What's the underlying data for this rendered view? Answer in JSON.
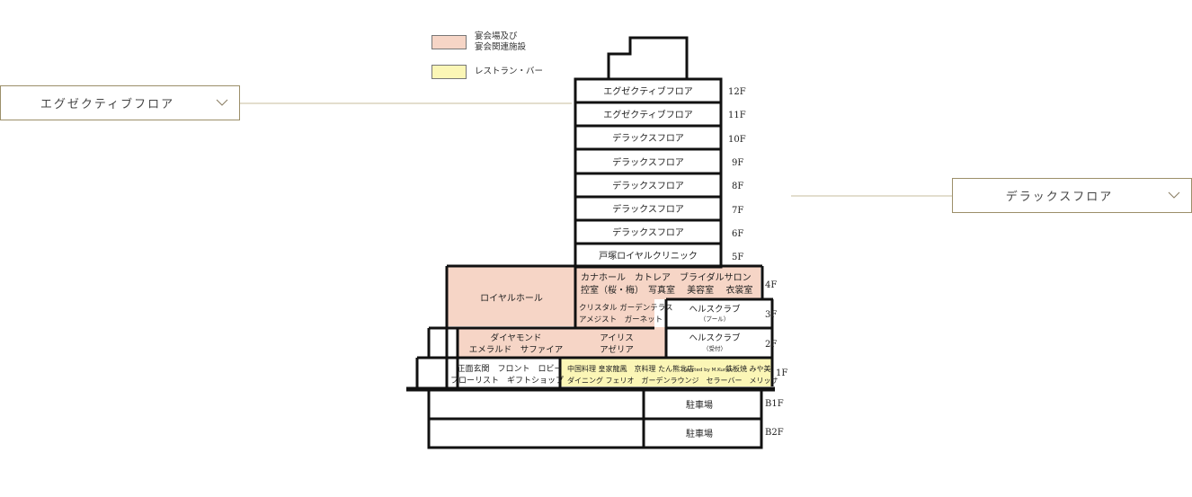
{
  "dropdowns": {
    "left": {
      "label": "エグゼクティブフロア"
    },
    "right": {
      "label": "デラックスフロア"
    }
  },
  "legend": [
    {
      "lines": [
        "宴会場及び",
        "宴会関連施設"
      ],
      "color": "#f6d5c6"
    },
    {
      "lines": [
        "レストラン・バー"
      ],
      "color": "#fbf6b6"
    }
  ],
  "floors": [
    {
      "label": "12F",
      "room": "エグゼクティブフロア"
    },
    {
      "label": "11F",
      "room": "エグゼクティブフロア"
    },
    {
      "label": "10F",
      "room": "デラックスフロア"
    },
    {
      "label": "9F",
      "room": "デラックスフロア"
    },
    {
      "label": "8F",
      "room": "デラックスフロア"
    },
    {
      "label": "7F",
      "room": "デラックスフロア"
    },
    {
      "label": "6F",
      "room": "デラックスフロア"
    },
    {
      "label": "5F",
      "room": "戸塚ロイヤルクリニック"
    },
    {
      "label": "4F"
    },
    {
      "label": "3F"
    },
    {
      "label": "2F"
    },
    {
      "label": "1F"
    },
    {
      "label": "B1F"
    },
    {
      "label": "B2F"
    }
  ],
  "areas": {
    "royal_hall": "ロイヤルホール",
    "f4_line1": "カナホール　カトレア　ブライダルサロン",
    "f4_line2": "控室（桜・梅）　写真室　 美容室　 衣裳室",
    "f3_crystal_line1": "クリスタル ガーデンテラス",
    "f3_crystal_line2": "アメジスト　ガーネット",
    "f3_health_line1": "ヘルスクラブ",
    "f3_health_line2": "（プール）",
    "f2_left_line1": "ダイヤモンド",
    "f2_left_line2": "エメラルド　サファイア",
    "f2_mid_line1": "アイリス",
    "f2_mid_line2": "アゼリア",
    "f2_health_line1": "ヘルスクラブ",
    "f2_health_line2": "（受付）",
    "f1_left_line1": "正面玄関　フロント　ロビー",
    "f1_left_line2": "フローリスト　ギフトショップ",
    "f1_rest_line1a": "中国料理 皇家龍鳳　京料理 たん熊北店",
    "f1_rest_line1b": "Directed by M.Kurisu",
    "f1_rest_line1c": "鉄板焼 みや美",
    "f1_rest_line2": "ダイニング フェリオ　ガーデンラウンジ　セラーバー　メリッサ",
    "b1": "駐車場",
    "b2": "駐車場"
  },
  "colors": {
    "banquet": "#f6d5c6",
    "restaurant": "#fbf6b6",
    "stroke": "#111111",
    "accent": "#9c8f6a"
  }
}
